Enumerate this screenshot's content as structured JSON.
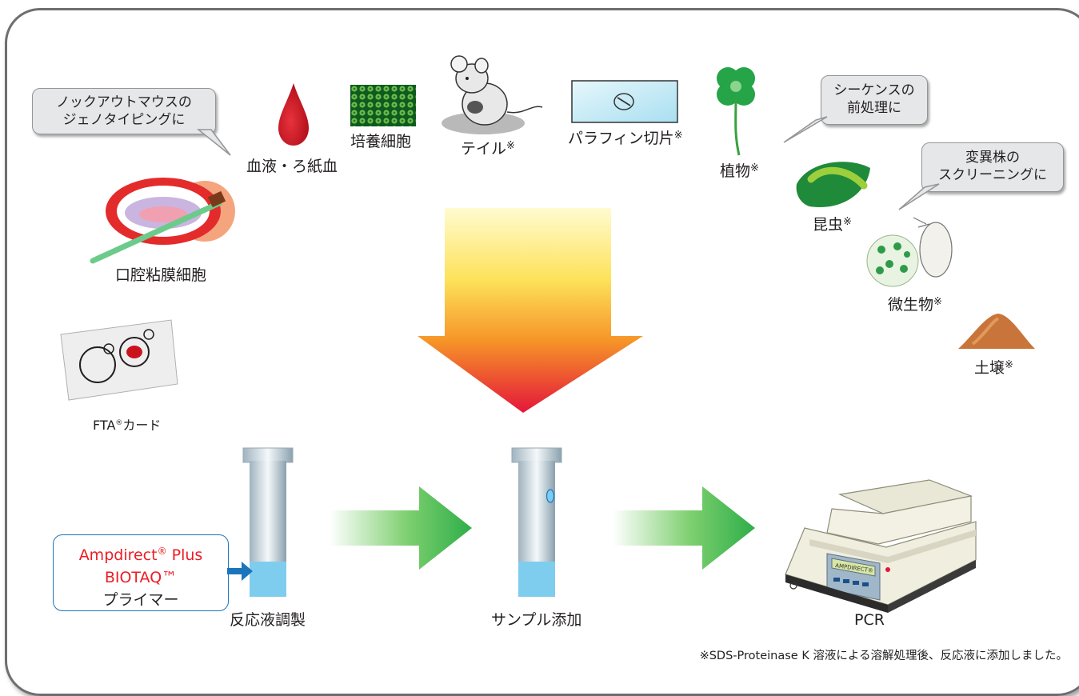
{
  "samples": {
    "blood": "血液・ろ紙血",
    "culture": "培養細胞",
    "tail": "テイル",
    "paraffin": "パラフィン切片",
    "plant": "植物",
    "insect": "昆虫",
    "microbe": "微生物",
    "soil": "土壌",
    "oral": "口腔粘膜細胞",
    "fta": "FTA",
    "fta_mark": "®",
    "fta_suffix": "カード",
    "note_mark": "※"
  },
  "bubbles": {
    "knockout": [
      "ノックアウトマウスの",
      "ジェノタイピングに"
    ],
    "sequence": [
      "シーケンスの",
      "前処理に"
    ],
    "mutant": [
      "変異株の",
      "スクリーニングに"
    ]
  },
  "reagents": {
    "ampdirect": "Ampdirect",
    "reg_mark": "®",
    "plus": " Plus",
    "biotaq": "BIOTAQ™",
    "primer": "プライマー"
  },
  "steps": {
    "prep": "反応液調製",
    "add_sample": "サンプル添加",
    "pcr": "PCR"
  },
  "device_screen": "AMPDIRECT®",
  "footnote": "※SDS-Proteinase K 溶液による溶解処理後、反応液に添加しました。",
  "colors": {
    "frame": "#6d6e71",
    "funnel_top": "#fff9c4",
    "funnel_bottom": "#e4163a",
    "flow_arrow": "#3cb44b",
    "reagent_red": "#ed1c24",
    "reagent_blue": "#1c75bc"
  }
}
